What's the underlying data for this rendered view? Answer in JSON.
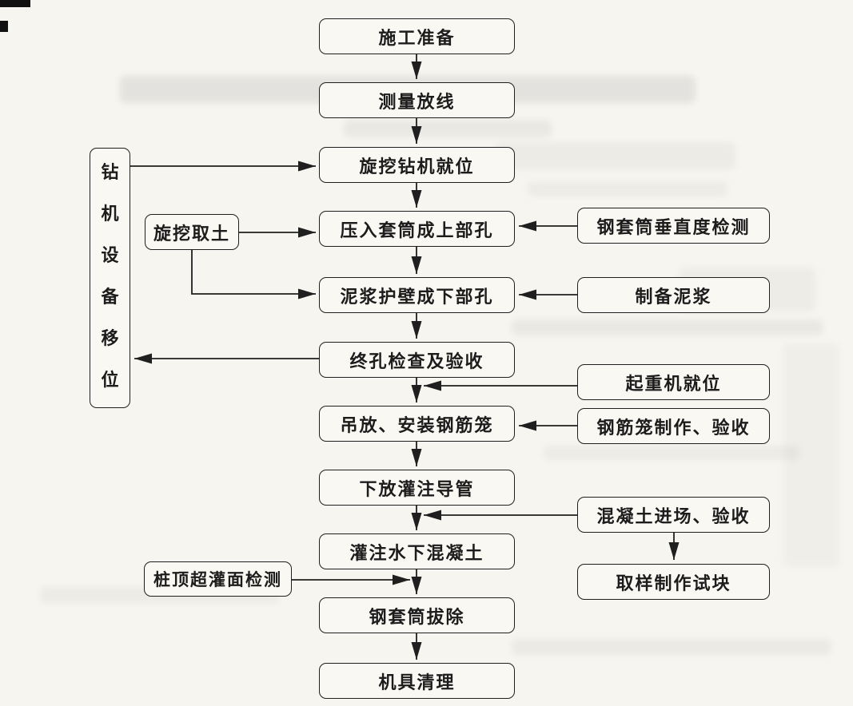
{
  "colors": {
    "paper": "#f7f5f0",
    "ink": "#1f1f1f"
  },
  "nodes": {
    "main": [
      "施工准备",
      "测量放线",
      "旋挖钻机就位",
      "压入套筒成上部孔",
      "泥浆护壁成下部孔",
      "终孔检查及验收",
      "吊放、安装钢筋笼",
      "下放灌注导管",
      "灌注水下混凝土",
      "钢套筒拔除",
      "机具清理"
    ],
    "left": {
      "rig_relocation": "钻机设备移位",
      "rotary_excavation": "旋挖取土",
      "pile_top_overpour_check": "桩顶超灌面检测"
    },
    "right": {
      "casing_verticality_check": "钢套筒垂直度检测",
      "mud_preparation": "制备泥浆",
      "crane_positioning": "起重机就位",
      "cage_fabrication_acceptance": "钢筋笼制作、验收",
      "concrete_arrival_acceptance": "混凝土进场、验收",
      "sample_test_blocks": "取样制作试块"
    }
  }
}
